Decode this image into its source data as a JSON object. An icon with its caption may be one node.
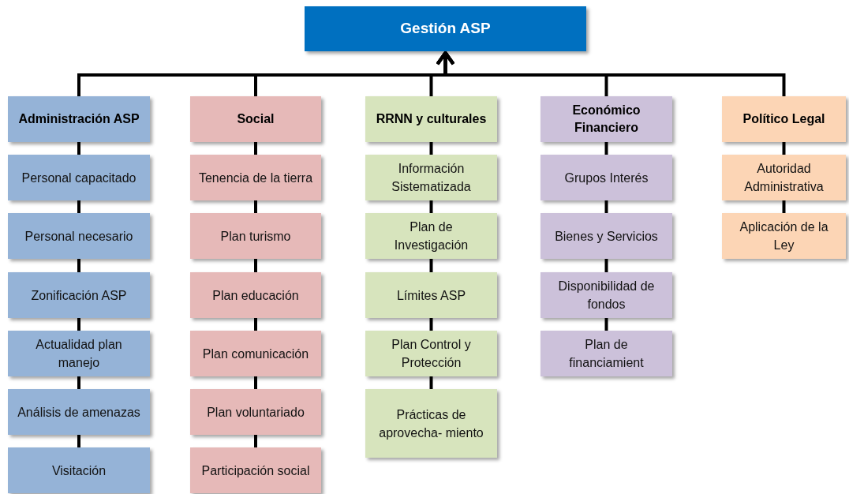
{
  "diagram": {
    "nodes": [
      {
        "text": [
          "Gestión ASP"
        ]
      },
      {
        "text": [
          "Administración ASP"
        ]
      },
      {
        "text": [
          "Personal capacitado"
        ]
      },
      {
        "text": [
          "Personal necesario"
        ]
      },
      {
        "text": [
          "Zonificación ASP"
        ]
      },
      {
        "text": [
          "Actualidad plan manejo"
        ]
      },
      {
        "text": [
          "Análisis de amenazas"
        ]
      },
      {
        "text": [
          "Visitación"
        ]
      },
      {
        "text": [
          "Social"
        ]
      },
      {
        "text": [
          "Tenencia de la tierra"
        ]
      },
      {
        "text": [
          "Plan turismo"
        ]
      },
      {
        "text": [
          "Plan educación"
        ]
      },
      {
        "text": [
          "Plan comunicación"
        ]
      },
      {
        "text": [
          "Plan voluntariado"
        ]
      },
      {
        "text": [
          "Participación social"
        ]
      },
      {
        "text": [
          "RRNN y culturales"
        ]
      },
      {
        "text": [
          "Información Sistematizada"
        ]
      },
      {
        "text": [
          "Plan de Investigación"
        ]
      },
      {
        "text": [
          "Límites  ASP"
        ]
      },
      {
        "text": [
          "Plan Control y Protección"
        ]
      },
      {
        "text": [
          "Prácticas de aprovecha- miento"
        ]
      },
      {
        "text": [
          "Económico Financiero"
        ]
      },
      {
        "text": [
          "Grupos Interés"
        ]
      },
      {
        "text": [
          "Bienes y Servicios"
        ]
      },
      {
        "text": [
          "Disponibilidad de fondos"
        ]
      },
      {
        "text": [
          "Plan de financiamient"
        ]
      },
      {
        "text": [
          "Político Legal"
        ]
      },
      {
        "text": [
          "Autoridad Administrativa"
        ]
      },
      {
        "text": [
          "Aplicación de la Ley"
        ]
      }
    ],
    "edges": [
      {
        "from": 1,
        "to": 0,
        "arrow": "to"
      },
      {
        "from": 8,
        "to": 0,
        "arrow": "to"
      },
      {
        "from": 15,
        "to": 0,
        "arrow": "to"
      },
      {
        "from": 21,
        "to": 0,
        "arrow": "to"
      },
      {
        "from": 26,
        "to": 0,
        "arrow": "to"
      },
      {
        "from": 1,
        "to": 2,
        "arrow": "none"
      },
      {
        "from": 2,
        "to": 3,
        "arrow": "none"
      },
      {
        "from": 3,
        "to": 4,
        "arrow": "none"
      },
      {
        "from": 4,
        "to": 5,
        "arrow": "none"
      },
      {
        "from": 5,
        "to": 6,
        "arrow": "none"
      },
      {
        "from": 6,
        "to": 7,
        "arrow": "none"
      },
      {
        "from": 8,
        "to": 9,
        "arrow": "none"
      },
      {
        "from": 9,
        "to": 10,
        "arrow": "none"
      },
      {
        "from": 10,
        "to": 11,
        "arrow": "none"
      },
      {
        "from": 11,
        "to": 12,
        "arrow": "none"
      },
      {
        "from": 12,
        "to": 13,
        "arrow": "none"
      },
      {
        "from": 13,
        "to": 14,
        "arrow": "none"
      },
      {
        "from": 15,
        "to": 16,
        "arrow": "none"
      },
      {
        "from": 16,
        "to": 17,
        "arrow": "none"
      },
      {
        "from": 17,
        "to": 18,
        "arrow": "none"
      },
      {
        "from": 18,
        "to": 19,
        "arrow": "none"
      },
      {
        "from": 19,
        "to": 20,
        "arrow": "none"
      },
      {
        "from": 21,
        "to": 22,
        "arrow": "none"
      },
      {
        "from": 22,
        "to": 23,
        "arrow": "none"
      },
      {
        "from": 23,
        "to": 24,
        "arrow": "none"
      },
      {
        "from": 24,
        "to": 25,
        "arrow": "none"
      },
      {
        "from": 26,
        "to": 27,
        "arrow": "none"
      },
      {
        "from": 27,
        "to": 28,
        "arrow": "none"
      }
    ]
  }
}
